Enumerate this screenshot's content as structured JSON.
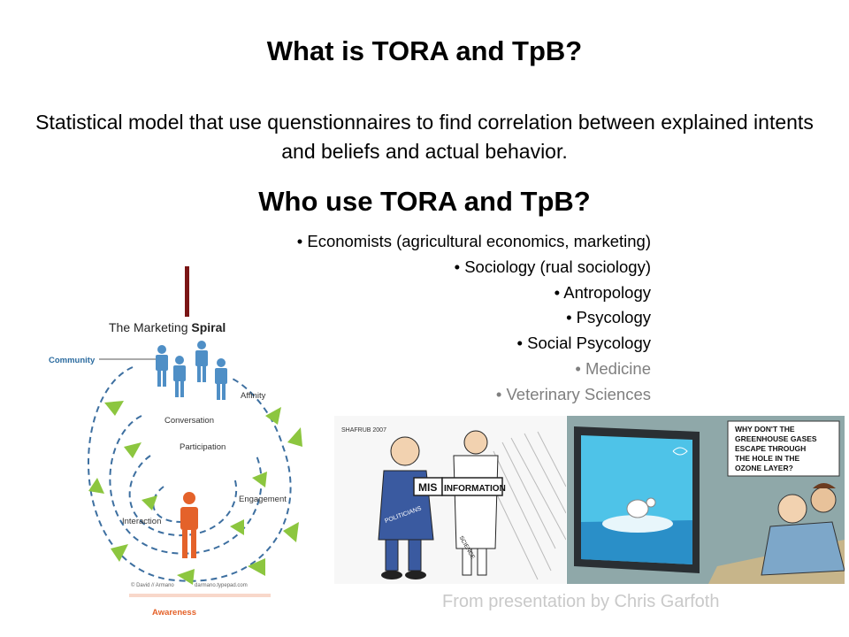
{
  "slide": {
    "title": "What is TORA and TpB?",
    "subtitle": "Statistical model that use quenstionnaires to find correlation between explained intents and beliefs and actual behavior.",
    "section_title": "Who use TORA and TpB?",
    "bullets": [
      "• Economists (agricultural economics, marketing)",
      "• Sociology (rual sociology)",
      "• Antropology",
      "• Psycology",
      "• Social Psycology",
      "• Medicine",
      "• Veterinary Sciences"
    ],
    "credit": "From presentation by Chris Garfoth"
  },
  "spiral": {
    "title_regular": "The Marketing ",
    "title_bold": "Spiral",
    "labels": {
      "community": "Community",
      "affinity": "Affinity",
      "conversation": "Conversation",
      "participation": "Participation",
      "engagement": "Engagement",
      "interaction": "Interaction",
      "awareness": "Awareness"
    },
    "copyright": "© David // Armano",
    "site": "darmano.typepad.com",
    "colors": {
      "blue": "#4f8fc6",
      "orange": "#e4622a",
      "green": "#8cc63f",
      "dash": "#3d6fa0",
      "label": "#2b6b9f"
    }
  },
  "cartoon1": {
    "sign_left": "MIS",
    "sign_right": "INFORMATION",
    "tag_left": "POLITICIANS",
    "tag_right": "SCIENCE",
    "artist": "SHAFRUB 2007"
  },
  "cartoon2": {
    "caption": [
      "WHY DON'T THE",
      "GREENHOUSE GASES",
      "ESCAPE THROUGH",
      "THE HOLE IN THE",
      "OZONE LAYER?"
    ]
  }
}
